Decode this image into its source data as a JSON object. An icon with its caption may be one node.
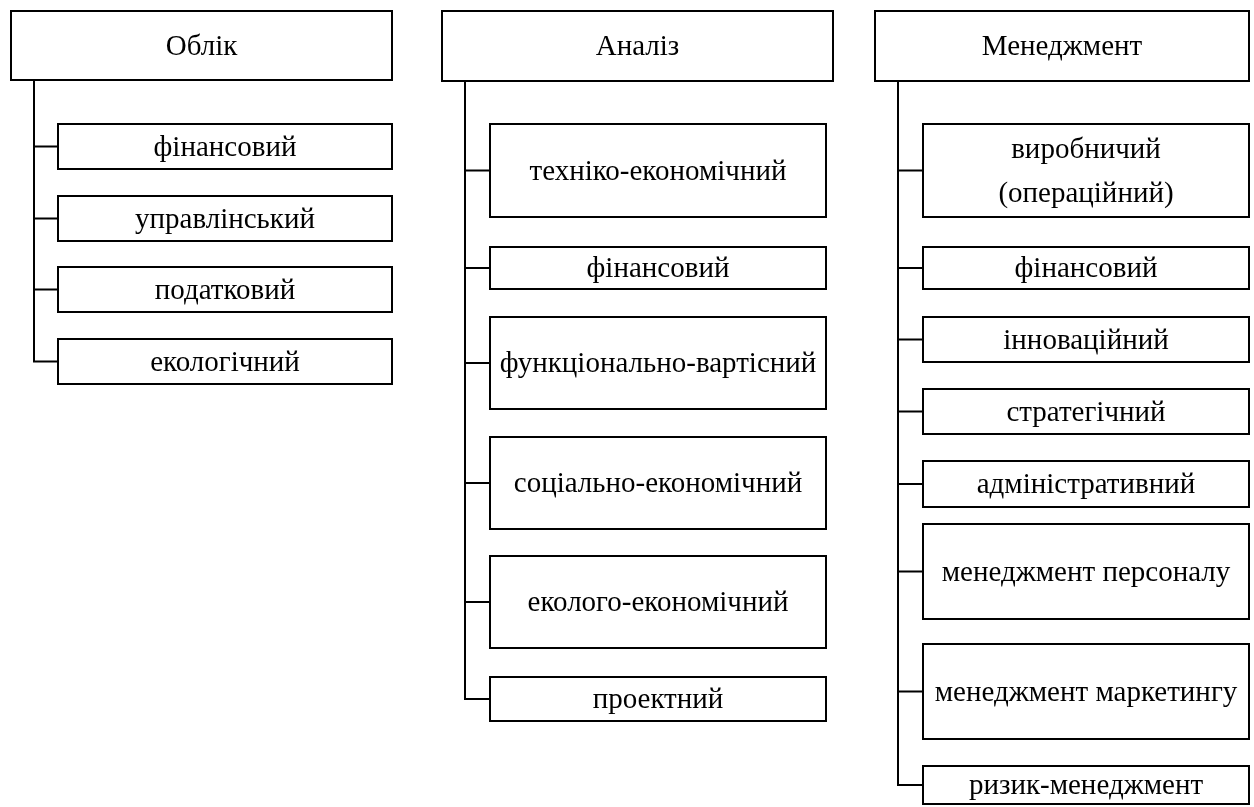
{
  "diagram": {
    "nodes": [
      {
        "text": [
          "Облік"
        ]
      },
      {
        "text": [
          "фінансовий"
        ]
      },
      {
        "text": [
          "управлінський"
        ]
      },
      {
        "text": [
          "податковий"
        ]
      },
      {
        "text": [
          "екологічний"
        ]
      },
      {
        "text": [
          "Аналіз"
        ]
      },
      {
        "text": [
          "техніко-економічний"
        ]
      },
      {
        "text": [
          "фінансовий"
        ]
      },
      {
        "text": [
          "функціонально-вартісний"
        ]
      },
      {
        "text": [
          "соціально-економічний"
        ]
      },
      {
        "text": [
          "еколого-економічний"
        ]
      },
      {
        "text": [
          "проектний"
        ]
      },
      {
        "text": [
          "Менеджмент"
        ]
      },
      {
        "text": [
          "виробничий (операційний)"
        ]
      },
      {
        "text": [
          "фінансовий"
        ]
      },
      {
        "text": [
          "інноваційний"
        ]
      },
      {
        "text": [
          "стратегічний"
        ]
      },
      {
        "text": [
          "адміністративний"
        ]
      },
      {
        "text": [
          "менеджмент персоналу"
        ]
      },
      {
        "text": [
          "менеджмент маркетингу"
        ]
      },
      {
        "text": [
          "ризик-менеджмент"
        ]
      }
    ],
    "edges": [
      {
        "from": 0,
        "to": 1,
        "arrow": "none"
      },
      {
        "from": 0,
        "to": 2,
        "arrow": "none"
      },
      {
        "from": 0,
        "to": 3,
        "arrow": "none"
      },
      {
        "from": 0,
        "to": 4,
        "arrow": "none"
      },
      {
        "from": 5,
        "to": 6,
        "arrow": "none"
      },
      {
        "from": 5,
        "to": 7,
        "arrow": "none"
      },
      {
        "from": 5,
        "to": 8,
        "arrow": "none"
      },
      {
        "from": 5,
        "to": 9,
        "arrow": "none"
      },
      {
        "from": 5,
        "to": 10,
        "arrow": "none"
      },
      {
        "from": 5,
        "to": 11,
        "arrow": "none"
      },
      {
        "from": 12,
        "to": 13,
        "arrow": "none"
      },
      {
        "from": 12,
        "to": 14,
        "arrow": "none"
      },
      {
        "from": 12,
        "to": 15,
        "arrow": "none"
      },
      {
        "from": 12,
        "to": 16,
        "arrow": "none"
      },
      {
        "from": 12,
        "to": 17,
        "arrow": "none"
      },
      {
        "from": 12,
        "to": 18,
        "arrow": "none"
      },
      {
        "from": 12,
        "to": 19,
        "arrow": "none"
      },
      {
        "from": 12,
        "to": 20,
        "arrow": "none"
      }
    ]
  }
}
